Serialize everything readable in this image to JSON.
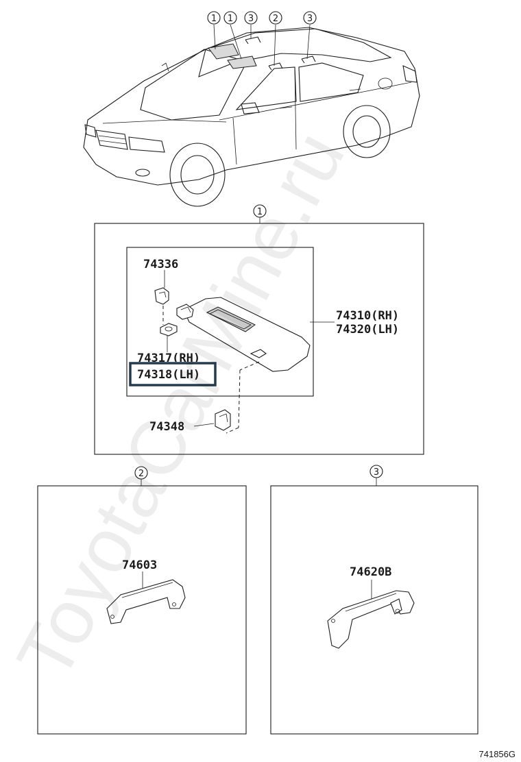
{
  "callouts": {
    "one": "1",
    "two": "2",
    "three": "3"
  },
  "section1": {
    "parts": {
      "holder": "74336",
      "visor_rh": "74310(RH)",
      "visor_lh": "74320(LH)",
      "clip_rh": "74317(RH)",
      "clip_lh": "74318(LH)",
      "hook": "74348"
    },
    "highlight_color": "#253a4a"
  },
  "section2": {
    "parts": {
      "grip": "74603"
    }
  },
  "section3": {
    "parts": {
      "grip": "74620B"
    }
  },
  "watermark": "ToyotaCarMine.ru",
  "illustration_code": "741856G"
}
